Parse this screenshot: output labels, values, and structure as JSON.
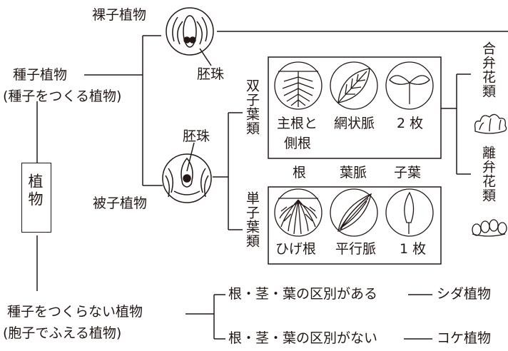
{
  "root": {
    "label": "植物"
  },
  "seed": {
    "title": "種子植物",
    "subtitle": "(種子をつくる植物)"
  },
  "gymno": {
    "label": "裸子植物",
    "ovule": "胚珠"
  },
  "angio": {
    "label": "被子植物",
    "ovule": "胚珠"
  },
  "dicot": {
    "label": "双子葉類",
    "cells": [
      {
        "label": "主根と側根",
        "line1": "主根と",
        "line2": "側根",
        "icon": "taproot-icon"
      },
      {
        "label": "網状脈",
        "icon": "net-vein-leaf-icon"
      },
      {
        "label": "2 枚",
        "icon": "two-cotyledon-icon"
      }
    ]
  },
  "columns": [
    "根",
    "葉脈",
    "子葉"
  ],
  "monocot": {
    "label": "単子葉類",
    "cells": [
      {
        "label": "ひげ根",
        "icon": "fibrous-root-icon"
      },
      {
        "label": "平行脈",
        "icon": "parallel-vein-leaf-icon"
      },
      {
        "label": "1 枚",
        "icon": "one-cotyledon-icon"
      }
    ]
  },
  "sympetalae": {
    "label": "合弁花類",
    "icon": "fused-petal-icon"
  },
  "choripetalae": {
    "label": "離弁花類",
    "icon": "separate-petal-icon"
  },
  "nonseed": {
    "title": "種子をつくらない植物",
    "subtitle": "(胞子でふえる植物)",
    "fern": {
      "condition": "根・茎・葉の区別がある",
      "result": "シダ植物"
    },
    "moss": {
      "condition": "根・茎・葉の区別がない",
      "result": "コケ植物"
    }
  },
  "colors": {
    "ink": "#231815",
    "background": "#ffffff"
  }
}
